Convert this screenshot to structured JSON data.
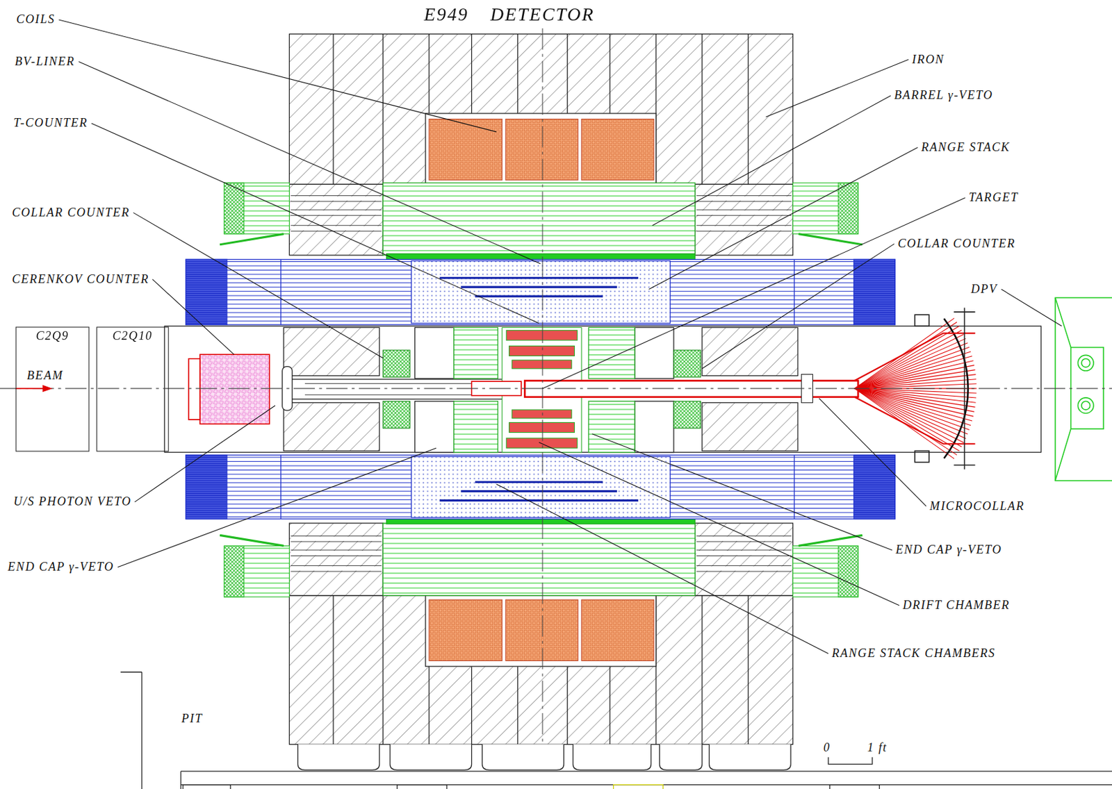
{
  "diagram": {
    "title": "E949 DETECTOR",
    "nodes": [
      {
        "text": [
          "C2Q9"
        ]
      },
      {
        "text": [
          "C2Q10"
        ]
      }
    ],
    "labels": [
      "COILS",
      "BV-LINER",
      "T-COUNTER",
      "COLLAR COUNTER",
      "CERENKOV COUNTER",
      "BEAM",
      "U/S PHOTON VETO",
      "END CAP γ-VETO",
      "IRON",
      "BARREL γ-VETO",
      "RANGE STACK",
      "TARGET",
      "COLLAR COUNTER",
      "DPV",
      "MICROCOLLAR",
      "END CAP γ-VETO",
      "DRIFT CHAMBER",
      "RANGE STACK CHAMBERS",
      "PIT",
      "0",
      "1 ft"
    ]
  }
}
